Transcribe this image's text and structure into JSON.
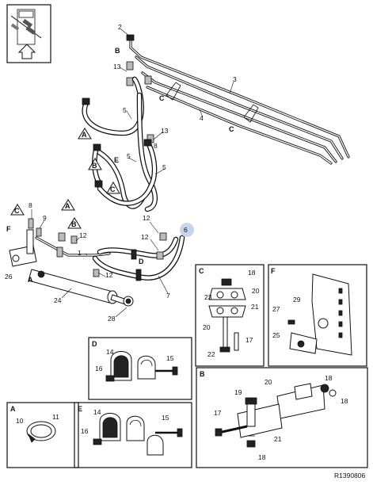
{
  "figure_code": "R1390806",
  "labels": {
    "n1": "1",
    "n2": "2",
    "n3": "3",
    "n4": "4",
    "n5": "5",
    "n6": "6",
    "n7": "7",
    "n8": "8",
    "n9": "9",
    "n10": "10",
    "n11": "11",
    "n12": "12",
    "n13": "13",
    "n14": "14",
    "n15": "15",
    "n16": "16",
    "n17": "17",
    "n18": "18",
    "n19": "19",
    "n20": "20",
    "n21": "21",
    "n22": "22",
    "n23": "23",
    "n24": "24",
    "n25": "25",
    "n26": "26",
    "n27": "27",
    "n28": "28",
    "n29": "29"
  },
  "letters": {
    "A": "A",
    "B": "B",
    "C": "C",
    "D": "D",
    "E": "E",
    "F": "F"
  },
  "detail_boxes": {
    "C": "C",
    "F": "F",
    "D": "D",
    "B": "B",
    "A": "A",
    "E": "E"
  },
  "highlight_color": "#c5d5ea"
}
